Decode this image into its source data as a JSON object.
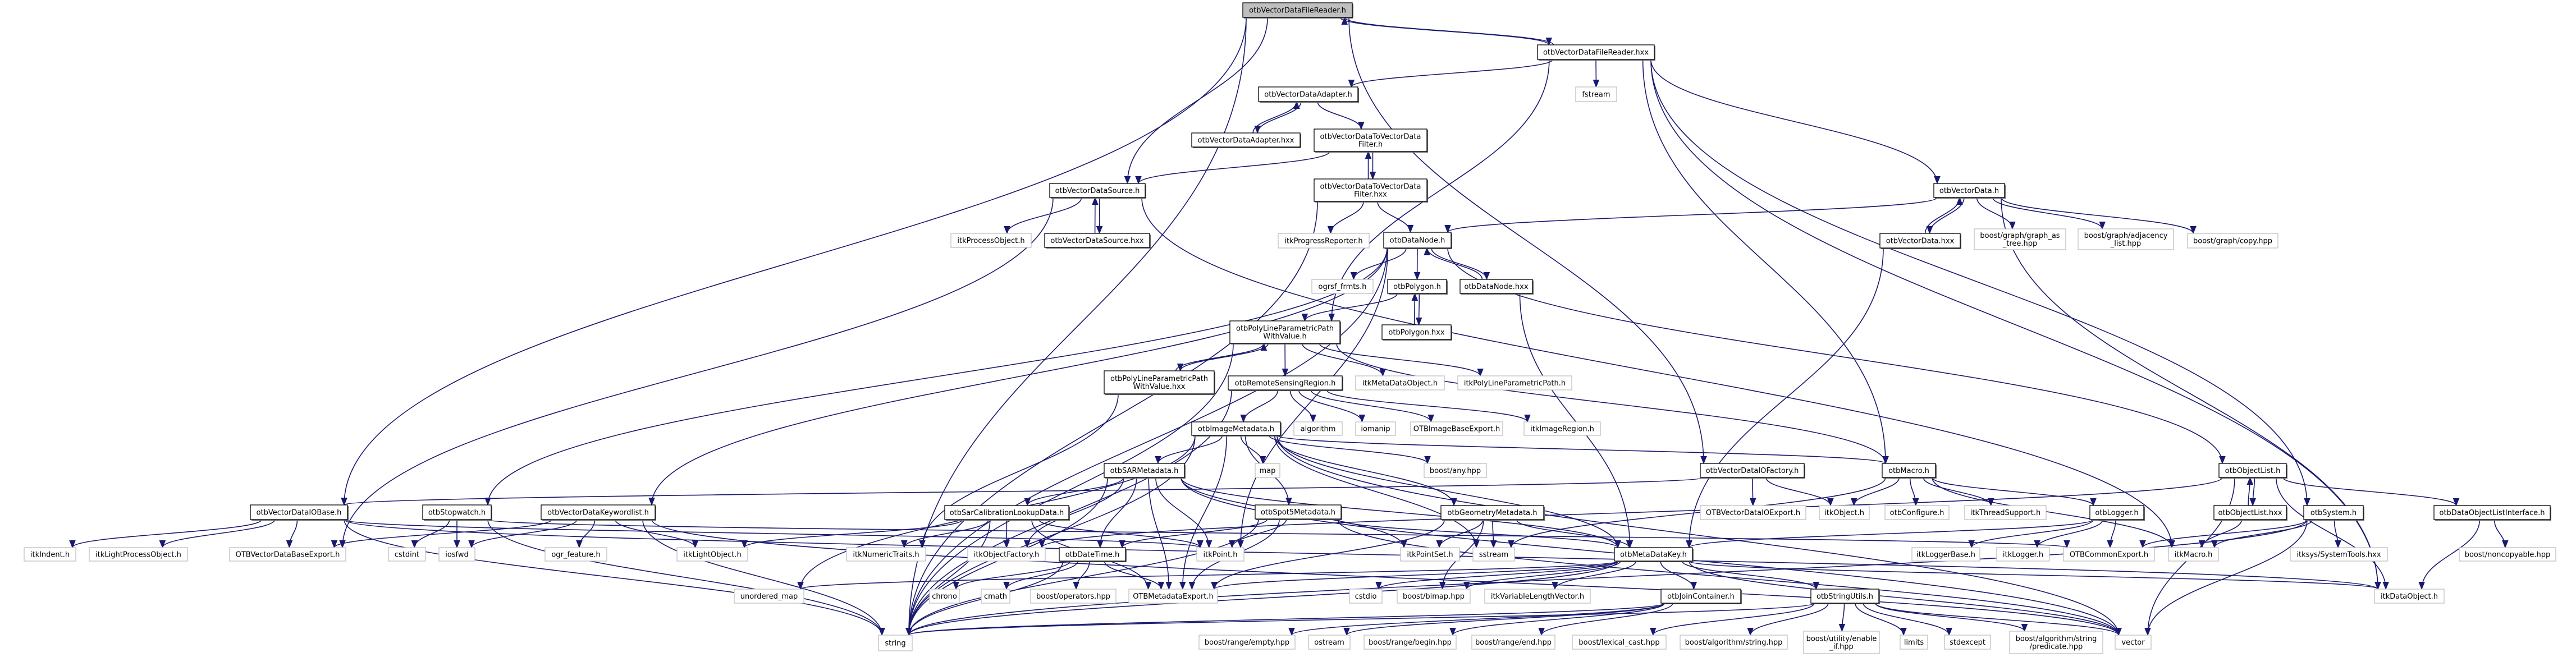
{
  "title": "otbVectorDataFileReader.h include dependency graph",
  "colors": {
    "edge": "#191970",
    "root_fill": "#bfbfbf",
    "doc_border": "#000000",
    "ext_border": "#bfbfbf"
  },
  "nodes": [
    {
      "id": "root",
      "lines": [
        "otbVectorDataFileReader.h"
      ],
      "kind": "root"
    },
    {
      "id": "reader_hxx",
      "lines": [
        "otbVectorDataFileReader.hxx"
      ],
      "kind": "doc"
    },
    {
      "id": "string",
      "lines": [
        "string"
      ],
      "kind": "ext"
    },
    {
      "id": "iobase",
      "lines": [
        "otbVectorDataIOBase.h"
      ],
      "kind": "doc"
    },
    {
      "id": "vds",
      "lines": [
        "otbVectorDataSource.h"
      ],
      "kind": "doc"
    },
    {
      "id": "ioFactory",
      "lines": [
        "otbVectorDataIOFactory.h"
      ],
      "kind": "doc"
    },
    {
      "id": "adapter",
      "lines": [
        "otbVectorDataAdapter.h"
      ],
      "kind": "doc"
    },
    {
      "id": "fstream",
      "lines": [
        "fstream"
      ],
      "kind": "ext"
    },
    {
      "id": "adapter_hxx",
      "lines": [
        "otbVectorDataAdapter.hxx"
      ],
      "kind": "doc"
    },
    {
      "id": "v2v",
      "lines": [
        "otbVectorDataToVectorData",
        "Filter.h"
      ],
      "kind": "doc"
    },
    {
      "id": "v2v_hxx",
      "lines": [
        "otbVectorDataToVectorData",
        "Filter.hxx"
      ],
      "kind": "doc"
    },
    {
      "id": "itkProcessObject",
      "lines": [
        "itkProcessObject.h"
      ],
      "kind": "ext"
    },
    {
      "id": "vds_hxx",
      "lines": [
        "otbVectorDataSource.hxx"
      ],
      "kind": "doc"
    },
    {
      "id": "itkProgressReporter",
      "lines": [
        "itkProgressReporter.h"
      ],
      "kind": "ext"
    },
    {
      "id": "dataNode",
      "lines": [
        "otbDataNode.h"
      ],
      "kind": "doc"
    },
    {
      "id": "vectorData",
      "lines": [
        "otbVectorData.h"
      ],
      "kind": "doc"
    },
    {
      "id": "vectorData_hxx",
      "lines": [
        "otbVectorData.hxx"
      ],
      "kind": "doc"
    },
    {
      "id": "graph_as_tree",
      "lines": [
        "boost/graph/graph_as",
        "_tree.hpp"
      ],
      "kind": "ext"
    },
    {
      "id": "adjacency",
      "lines": [
        "boost/graph/adjacency",
        "_list.hpp"
      ],
      "kind": "ext"
    },
    {
      "id": "copy",
      "lines": [
        "boost/graph/copy.hpp"
      ],
      "kind": "ext"
    },
    {
      "id": "ogrsf",
      "lines": [
        "ogrsf_frmts.h"
      ],
      "kind": "ext"
    },
    {
      "id": "polygon",
      "lines": [
        "otbPolygon.h"
      ],
      "kind": "doc"
    },
    {
      "id": "dataNode_hxx",
      "lines": [
        "otbDataNode.hxx"
      ],
      "kind": "doc"
    },
    {
      "id": "polygon_hxx",
      "lines": [
        "otbPolygon.hxx"
      ],
      "kind": "doc"
    },
    {
      "id": "plpp",
      "lines": [
        "otbPolyLineParametricPath",
        "WithValue.h"
      ],
      "kind": "doc"
    },
    {
      "id": "plpp_hxx",
      "lines": [
        "otbPolyLineParametricPath",
        "WithValue.hxx"
      ],
      "kind": "doc"
    },
    {
      "id": "rsRegion",
      "lines": [
        "otbRemoteSensingRegion.h"
      ],
      "kind": "doc"
    },
    {
      "id": "itkMetaDataObject",
      "lines": [
        "itkMetaDataObject.h"
      ],
      "kind": "ext"
    },
    {
      "id": "itkPolyLine",
      "lines": [
        "itkPolyLineParametricPath.h"
      ],
      "kind": "ext"
    },
    {
      "id": "imageMetadata",
      "lines": [
        "otbImageMetadata.h"
      ],
      "kind": "doc"
    },
    {
      "id": "algorithm",
      "lines": [
        "algorithm"
      ],
      "kind": "ext"
    },
    {
      "id": "iomanip",
      "lines": [
        "iomanip"
      ],
      "kind": "ext"
    },
    {
      "id": "imgBaseExport",
      "lines": [
        "OTBImageBaseExport.h"
      ],
      "kind": "ext"
    },
    {
      "id": "itkImageRegion",
      "lines": [
        "itkImageRegion.h"
      ],
      "kind": "ext"
    },
    {
      "id": "sarMetadata",
      "lines": [
        "otbSARMetadata.h"
      ],
      "kind": "doc"
    },
    {
      "id": "map",
      "lines": [
        "map"
      ],
      "kind": "ext"
    },
    {
      "id": "boostAny",
      "lines": [
        "boost/any.hpp"
      ],
      "kind": "ext"
    },
    {
      "id": "macro",
      "lines": [
        "otbMacro.h"
      ],
      "kind": "doc"
    },
    {
      "id": "objectList",
      "lines": [
        "otbObjectList.h"
      ],
      "kind": "doc"
    },
    {
      "id": "stopwatch",
      "lines": [
        "otbStopwatch.h"
      ],
      "kind": "doc"
    },
    {
      "id": "keywordlist",
      "lines": [
        "otbVectorDataKeywordlist.h"
      ],
      "kind": "doc"
    },
    {
      "id": "sarCalib",
      "lines": [
        "otbSarCalibrationLookupData.h"
      ],
      "kind": "doc"
    },
    {
      "id": "spot5",
      "lines": [
        "otbSpot5Metadata.h"
      ],
      "kind": "doc"
    },
    {
      "id": "geomMetadata",
      "lines": [
        "otbGeometryMetadata.h"
      ],
      "kind": "doc"
    },
    {
      "id": "ioExport",
      "lines": [
        "OTBVectorDataIOExport.h"
      ],
      "kind": "ext"
    },
    {
      "id": "itkObject",
      "lines": [
        "itkObject.h"
      ],
      "kind": "ext"
    },
    {
      "id": "otbConfigure",
      "lines": [
        "otbConfigure.h"
      ],
      "kind": "ext"
    },
    {
      "id": "itkThreadSupport",
      "lines": [
        "itkThreadSupport.h"
      ],
      "kind": "ext"
    },
    {
      "id": "logger",
      "lines": [
        "otbLogger.h"
      ],
      "kind": "doc"
    },
    {
      "id": "objectList_hxx",
      "lines": [
        "otbObjectList.hxx"
      ],
      "kind": "doc"
    },
    {
      "id": "system",
      "lines": [
        "otbSystem.h"
      ],
      "kind": "doc"
    },
    {
      "id": "dolInterface",
      "lines": [
        "otbDataObjectListInterface.h"
      ],
      "kind": "doc"
    },
    {
      "id": "itkIndent",
      "lines": [
        "itkIndent.h"
      ],
      "kind": "ext"
    },
    {
      "id": "itkLightProcessObject",
      "lines": [
        "itkLightProcessObject.h"
      ],
      "kind": "ext"
    },
    {
      "id": "vdBaseExport",
      "lines": [
        "OTBVectorDataBaseExport.h"
      ],
      "kind": "ext"
    },
    {
      "id": "cstdint",
      "lines": [
        "cstdint"
      ],
      "kind": "ext"
    },
    {
      "id": "iosfwd",
      "lines": [
        "iosfwd"
      ],
      "kind": "ext"
    },
    {
      "id": "ogrFeature",
      "lines": [
        "ogr_feature.h"
      ],
      "kind": "ext"
    },
    {
      "id": "itkLightObject",
      "lines": [
        "itkLightObject.h"
      ],
      "kind": "ext"
    },
    {
      "id": "itkNumericTraits",
      "lines": [
        "itkNumericTraits.h"
      ],
      "kind": "ext"
    },
    {
      "id": "itkObjectFactory",
      "lines": [
        "itkObjectFactory.h"
      ],
      "kind": "ext"
    },
    {
      "id": "dateTime",
      "lines": [
        "otbDateTime.h"
      ],
      "kind": "doc"
    },
    {
      "id": "itkPoint",
      "lines": [
        "itkPoint.h"
      ],
      "kind": "ext"
    },
    {
      "id": "itkPointSet",
      "lines": [
        "itkPointSet.h"
      ],
      "kind": "ext"
    },
    {
      "id": "sstream",
      "lines": [
        "sstream"
      ],
      "kind": "ext"
    },
    {
      "id": "metaDataKey",
      "lines": [
        "otbMetaDataKey.h"
      ],
      "kind": "doc"
    },
    {
      "id": "itkLoggerBase",
      "lines": [
        "itkLoggerBase.h"
      ],
      "kind": "ext"
    },
    {
      "id": "itkLogger",
      "lines": [
        "itkLogger.h"
      ],
      "kind": "ext"
    },
    {
      "id": "commonExport",
      "lines": [
        "OTBCommonExport.h"
      ],
      "kind": "ext"
    },
    {
      "id": "itkMacro",
      "lines": [
        "itkMacro.h"
      ],
      "kind": "ext"
    },
    {
      "id": "systemTools",
      "lines": [
        "itksys/SystemTools.hxx"
      ],
      "kind": "ext"
    },
    {
      "id": "noncopyable",
      "lines": [
        "boost/noncopyable.hpp"
      ],
      "kind": "ext"
    },
    {
      "id": "unorderedMap",
      "lines": [
        "unordered_map"
      ],
      "kind": "ext"
    },
    {
      "id": "chrono",
      "lines": [
        "chrono"
      ],
      "kind": "ext"
    },
    {
      "id": "cmath",
      "lines": [
        "cmath"
      ],
      "kind": "ext"
    },
    {
      "id": "operators",
      "lines": [
        "boost/operators.hpp"
      ],
      "kind": "ext"
    },
    {
      "id": "metadataExport",
      "lines": [
        "OTBMetadataExport.h"
      ],
      "kind": "ext"
    },
    {
      "id": "cstdio",
      "lines": [
        "cstdio"
      ],
      "kind": "ext"
    },
    {
      "id": "bimap",
      "lines": [
        "boost/bimap.hpp"
      ],
      "kind": "ext"
    },
    {
      "id": "itkVLV",
      "lines": [
        "itkVariableLengthVector.h"
      ],
      "kind": "ext"
    },
    {
      "id": "joinContainer",
      "lines": [
        "otbJoinContainer.h"
      ],
      "kind": "doc"
    },
    {
      "id": "stringUtils",
      "lines": [
        "otbStringUtils.h"
      ],
      "kind": "doc"
    },
    {
      "id": "itkDataObject",
      "lines": [
        "itkDataObject.h"
      ],
      "kind": "ext"
    },
    {
      "id": "rangeEmpty",
      "lines": [
        "boost/range/empty.hpp"
      ],
      "kind": "ext"
    },
    {
      "id": "ostream",
      "lines": [
        "ostream"
      ],
      "kind": "ext"
    },
    {
      "id": "rangeBegin",
      "lines": [
        "boost/range/begin.hpp"
      ],
      "kind": "ext"
    },
    {
      "id": "rangeEnd",
      "lines": [
        "boost/range/end.hpp"
      ],
      "kind": "ext"
    },
    {
      "id": "lexicalCast",
      "lines": [
        "boost/lexical_cast.hpp"
      ],
      "kind": "ext"
    },
    {
      "id": "algoString",
      "lines": [
        "boost/algorithm/string.hpp"
      ],
      "kind": "ext"
    },
    {
      "id": "enableIf",
      "lines": [
        "boost/utility/enable",
        "_if.hpp"
      ],
      "kind": "ext"
    },
    {
      "id": "limits",
      "lines": [
        "limits"
      ],
      "kind": "ext"
    },
    {
      "id": "stdexcept",
      "lines": [
        "stdexcept"
      ],
      "kind": "ext"
    },
    {
      "id": "predicate",
      "lines": [
        "boost/algorithm/string",
        "/predicate.hpp"
      ],
      "kind": "ext"
    },
    {
      "id": "vector",
      "lines": [
        "vector"
      ],
      "kind": "ext"
    }
  ],
  "edges": [
    [
      "root",
      "reader_hxx"
    ],
    [
      "reader_hxx",
      "root"
    ],
    [
      "root",
      "string"
    ],
    [
      "root",
      "iobase"
    ],
    [
      "root",
      "vds"
    ],
    [
      "root",
      "ioFactory"
    ],
    [
      "reader_hxx",
      "adapter"
    ],
    [
      "reader_hxx",
      "fstream"
    ],
    [
      "reader_hxx",
      "macro"
    ],
    [
      "reader_hxx",
      "vectorData"
    ],
    [
      "reader_hxx",
      "system"
    ],
    [
      "reader_hxx",
      "itkDataObject"
    ],
    [
      "reader_hxx",
      "plpp"
    ],
    [
      "adapter",
      "adapter_hxx"
    ],
    [
      "adapter_hxx",
      "adapter"
    ],
    [
      "adapter",
      "v2v"
    ],
    [
      "v2v",
      "vds"
    ],
    [
      "v2v",
      "v2v_hxx"
    ],
    [
      "v2v_hxx",
      "v2v"
    ],
    [
      "v2v_hxx",
      "itkProgressReporter"
    ],
    [
      "v2v_hxx",
      "dataNode"
    ],
    [
      "v2v_hxx",
      "string"
    ],
    [
      "vds",
      "itkProcessObject"
    ],
    [
      "vds",
      "vds_hxx"
    ],
    [
      "vds_hxx",
      "vds"
    ],
    [
      "vds",
      "vdBaseExport"
    ],
    [
      "vds",
      "itkMacro"
    ],
    [
      "vectorData",
      "vectorData_hxx"
    ],
    [
      "vectorData_hxx",
      "vectorData"
    ],
    [
      "vectorData",
      "graph_as_tree"
    ],
    [
      "vectorData",
      "adjacency"
    ],
    [
      "vectorData",
      "copy"
    ],
    [
      "vectorData",
      "dataNode"
    ],
    [
      "vectorData",
      "itkDataObject"
    ],
    [
      "vectorData_hxx",
      "metaDataKey"
    ],
    [
      "dataNode",
      "ogrsf"
    ],
    [
      "dataNode",
      "polygon"
    ],
    [
      "dataNode",
      "dataNode_hxx"
    ],
    [
      "dataNode_hxx",
      "dataNode"
    ],
    [
      "dataNode",
      "keywordlist"
    ],
    [
      "dataNode",
      "stopwatch"
    ],
    [
      "dataNode",
      "objectList"
    ],
    [
      "dataNode",
      "string"
    ],
    [
      "dataNode",
      "itkPoint"
    ],
    [
      "dataNode_hxx",
      "metaDataKey"
    ],
    [
      "polygon",
      "polygon_hxx"
    ],
    [
      "polygon_hxx",
      "polygon"
    ],
    [
      "polygon",
      "plpp"
    ],
    [
      "plpp",
      "plpp_hxx"
    ],
    [
      "plpp_hxx",
      "plpp"
    ],
    [
      "plpp",
      "rsRegion"
    ],
    [
      "plpp",
      "itkMetaDataObject"
    ],
    [
      "plpp",
      "itkPolyLine"
    ],
    [
      "plpp",
      "macro"
    ],
    [
      "plpp",
      "string"
    ],
    [
      "plpp_hxx",
      "itkNumericTraits"
    ],
    [
      "rsRegion",
      "imageMetadata"
    ],
    [
      "rsRegion",
      "algorithm"
    ],
    [
      "rsRegion",
      "iomanip"
    ],
    [
      "rsRegion",
      "imgBaseExport"
    ],
    [
      "rsRegion",
      "itkImageRegion"
    ],
    [
      "rsRegion",
      "string"
    ],
    [
      "imageMetadata",
      "sarMetadata"
    ],
    [
      "imageMetadata",
      "map"
    ],
    [
      "imageMetadata",
      "boostAny"
    ],
    [
      "imageMetadata",
      "spot5"
    ],
    [
      "imageMetadata",
      "geomMetadata"
    ],
    [
      "imageMetadata",
      "macro"
    ],
    [
      "imageMetadata",
      "metaDataKey"
    ],
    [
      "imageMetadata",
      "metadataExport"
    ],
    [
      "imageMetadata",
      "string"
    ],
    [
      "imageMetadata",
      "unorderedMap"
    ],
    [
      "imageMetadata",
      "vector"
    ],
    [
      "imageMetadata",
      "sstream"
    ],
    [
      "sarMetadata",
      "sarCalib"
    ],
    [
      "sarMetadata",
      "dateTime"
    ],
    [
      "sarMetadata",
      "itkPoint"
    ],
    [
      "sarMetadata",
      "itkPointSet"
    ],
    [
      "sarMetadata",
      "metaDataKey"
    ],
    [
      "sarMetadata",
      "metadataExport"
    ],
    [
      "sarMetadata",
      "string"
    ],
    [
      "sarMetadata",
      "vector"
    ],
    [
      "sarMetadata",
      "itkObjectFactory"
    ],
    [
      "sarCalib",
      "itkLightObject"
    ],
    [
      "sarCalib",
      "itkNumericTraits"
    ],
    [
      "sarCalib",
      "itkObjectFactory"
    ],
    [
      "sarCalib",
      "itkPoint"
    ],
    [
      "sarCalib",
      "metadataExport"
    ],
    [
      "sarCalib",
      "string"
    ],
    [
      "spot5",
      "dateTime"
    ],
    [
      "spot5",
      "itkPoint"
    ],
    [
      "spot5",
      "metaDataKey"
    ],
    [
      "spot5",
      "metadataExport"
    ],
    [
      "spot5",
      "string"
    ],
    [
      "spot5",
      "vector"
    ],
    [
      "geomMetadata",
      "sstream"
    ],
    [
      "geomMetadata",
      "metaDataKey"
    ],
    [
      "geomMetadata",
      "metadataExport"
    ],
    [
      "geomMetadata",
      "bimap"
    ],
    [
      "geomMetadata",
      "itkPointSet"
    ],
    [
      "dateTime",
      "chrono"
    ],
    [
      "dateTime",
      "cmath"
    ],
    [
      "dateTime",
      "operators"
    ],
    [
      "dateTime",
      "metadataExport"
    ],
    [
      "dateTime",
      "string"
    ],
    [
      "ioFactory",
      "ioExport"
    ],
    [
      "ioFactory",
      "itkObject"
    ],
    [
      "ioFactory",
      "iobase"
    ],
    [
      "macro",
      "itkObject"
    ],
    [
      "macro",
      "otbConfigure"
    ],
    [
      "macro",
      "itkThreadSupport"
    ],
    [
      "macro",
      "logger"
    ],
    [
      "macro",
      "itkMacro"
    ],
    [
      "macro",
      "sstream"
    ],
    [
      "logger",
      "itkLoggerBase"
    ],
    [
      "logger",
      "itkLogger"
    ],
    [
      "logger",
      "commonExport"
    ],
    [
      "logger",
      "metaDataKey"
    ],
    [
      "objectList",
      "objectList_hxx"
    ],
    [
      "objectList_hxx",
      "objectList"
    ],
    [
      "objectList",
      "dolInterface"
    ],
    [
      "objectList",
      "itkDataObject"
    ],
    [
      "objectList",
      "vector"
    ],
    [
      "objectList",
      "itkObjectFactory"
    ],
    [
      "objectList_hxx",
      "itkMacro"
    ],
    [
      "system",
      "commonExport"
    ],
    [
      "system",
      "itkMacro"
    ],
    [
      "system",
      "systemTools"
    ],
    [
      "system",
      "string"
    ],
    [
      "system",
      "vector"
    ],
    [
      "dolInterface",
      "noncopyable"
    ],
    [
      "dolInterface",
      "itkDataObject"
    ],
    [
      "iobase",
      "itkIndent"
    ],
    [
      "iobase",
      "itkLightProcessObject"
    ],
    [
      "iobase",
      "vdBaseExport"
    ],
    [
      "iobase",
      "string"
    ],
    [
      "iobase",
      "itkPoint"
    ],
    [
      "iobase",
      "itkDataObject"
    ],
    [
      "stopwatch",
      "cstdint"
    ],
    [
      "stopwatch",
      "iosfwd"
    ],
    [
      "stopwatch",
      "commonExport"
    ],
    [
      "stopwatch",
      "string"
    ],
    [
      "keywordlist",
      "ogrFeature"
    ],
    [
      "keywordlist",
      "vdBaseExport"
    ],
    [
      "keywordlist",
      "iosfwd"
    ],
    [
      "keywordlist",
      "itkLightObject"
    ],
    [
      "keywordlist",
      "string"
    ],
    [
      "keywordlist",
      "vector"
    ],
    [
      "metaDataKey",
      "cstdio"
    ],
    [
      "metaDataKey",
      "bimap"
    ],
    [
      "metaDataKey",
      "itkVLV"
    ],
    [
      "metaDataKey",
      "joinContainer"
    ],
    [
      "metaDataKey",
      "stringUtils"
    ],
    [
      "metaDataKey",
      "metadataExport"
    ],
    [
      "metaDataKey",
      "string"
    ],
    [
      "metaDataKey",
      "vector"
    ],
    [
      "metaDataKey",
      "unorderedMap"
    ],
    [
      "metaDataKey",
      "itkDataObject"
    ],
    [
      "joinContainer",
      "rangeEmpty"
    ],
    [
      "joinContainer",
      "ostream"
    ],
    [
      "joinContainer",
      "rangeBegin"
    ],
    [
      "joinContainer",
      "rangeEnd"
    ],
    [
      "joinContainer",
      "string"
    ],
    [
      "stringUtils",
      "lexicalCast"
    ],
    [
      "stringUtils",
      "algoString"
    ],
    [
      "stringUtils",
      "enableIf"
    ],
    [
      "stringUtils",
      "limits"
    ],
    [
      "stringUtils",
      "stdexcept"
    ],
    [
      "stringUtils",
      "predicate"
    ],
    [
      "stringUtils",
      "vector"
    ],
    [
      "stringUtils",
      "string"
    ]
  ]
}
